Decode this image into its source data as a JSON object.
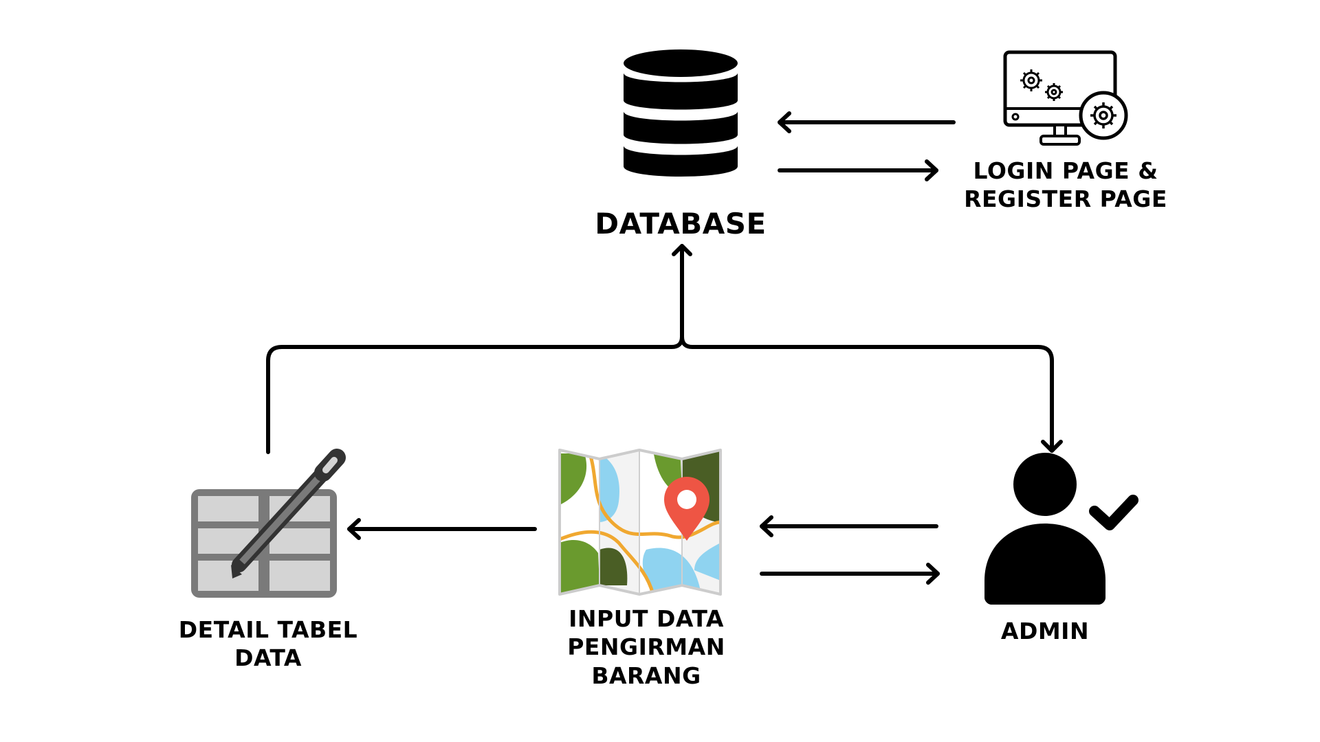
{
  "nodes": {
    "database": {
      "icon": "database-icon",
      "lines": [
        "DATABASE"
      ]
    },
    "login": {
      "icon": "monitor-gears-icon",
      "lines": [
        "LOGIN PAGE &",
        "REGISTER PAGE"
      ]
    },
    "detail": {
      "icon": "table-pencil-icon",
      "lines": [
        "DETAIL TABEL",
        "DATA"
      ]
    },
    "input": {
      "icon": "map-pin-icon",
      "lines": [
        "INPUT DATA",
        "PENGIRMAN",
        "BARANG"
      ]
    },
    "admin": {
      "icon": "admin-user-check-icon",
      "lines": [
        "ADMIN"
      ]
    }
  },
  "edges": [
    {
      "from": "login",
      "to": "database"
    },
    {
      "from": "database",
      "to": "login"
    },
    {
      "from": "detail",
      "to": "database"
    },
    {
      "from": "database",
      "to": "admin"
    },
    {
      "from": "input",
      "to": "detail"
    },
    {
      "from": "admin",
      "to": "input"
    },
    {
      "from": "input",
      "to": "admin"
    }
  ],
  "colors": {
    "line": "#000000",
    "map_green": "#6a9a2e",
    "map_dark_green": "#4a5e25",
    "map_water": "#8fd3f0",
    "map_road": "#f0a830",
    "map_pin": "#ee5544",
    "table_gray": "#7a7a7a",
    "table_cell": "#d4d4d4"
  }
}
